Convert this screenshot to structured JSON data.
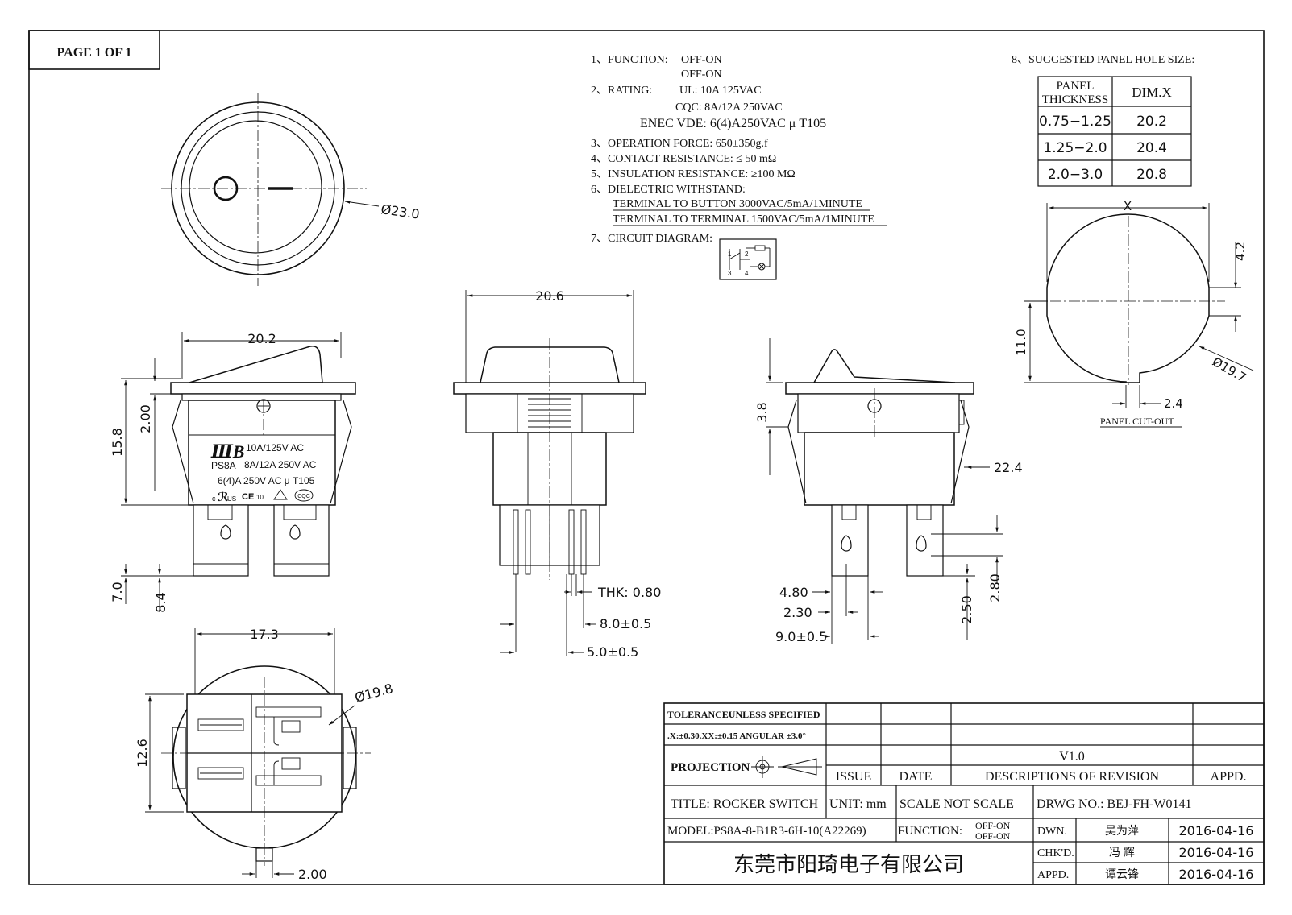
{
  "page": {
    "label": "PAGE 1 OF 1"
  },
  "specs": {
    "function_label": "1、FUNCTION:",
    "function_values": [
      "OFF-ON",
      "OFF-ON"
    ],
    "rating_label": "2、RATING:",
    "rating_ul": "UL:  10A  125VAC",
    "rating_cqc": "CQC:  8A/12A   250VAC",
    "rating_enec": "ENEC VDE:   6(4)A250VAC  μ  T105",
    "operation_force": "3、OPERATION  FORCE:  650±350g.f",
    "contact_resistance": "4、CONTACT  RESISTANCE: ≤  50  mΩ",
    "insulation_resistance": "5、INSULATION  RESISTANCE:  ≥100  MΩ",
    "dielectric_label": "6、DIELECTRIC  WITHSTAND:",
    "dielectric_line1": "TERMINAL  TO  BUTTON  3000VAC/5mA/1MINUTE",
    "dielectric_line2": "TERMINAL  TO  TERMINAL  1500VAC/5mA/1MINUTE",
    "circuit_label": "7、CIRCUIT  DIAGRAM:",
    "circuit_pins": [
      "1",
      "2",
      "3",
      "4"
    ]
  },
  "panel_hole": {
    "title": "8、SUGGESTED  PANEL  HOLE  SIZE:",
    "header_thickness_1": "PANEL",
    "header_thickness_2": "THICKNESS",
    "header_dim": "DIM.X",
    "rows": [
      {
        "thickness": "0.75−1.25",
        "dim": "20.2"
      },
      {
        "thickness": "1.25−2.0",
        "dim": "20.4"
      },
      {
        "thickness": "2.0−3.0",
        "dim": "20.8"
      }
    ],
    "cutout_x": "X",
    "cutout_h1": "4.2",
    "cutout_h2": "11.0",
    "cutout_d": "Ø19.7",
    "cutout_w": "2.4",
    "cutout_caption": "PANEL  CUT-OUT"
  },
  "top_view": {
    "diameter": "Ø23.0"
  },
  "front_view": {
    "width": "20.2",
    "height": "15.8",
    "h1": "2.00",
    "h2": "7.0",
    "h3": "8.4",
    "label_rating1": "10A/125V AC",
    "label_model": "PS8A",
    "label_rating2": "8A/12A 250V AC",
    "label_rating3": "6(4)A 250V AC μ T105",
    "cert_marks": [
      "c",
      "US",
      "CE",
      "10",
      "CQC"
    ]
  },
  "side_view": {
    "width": "20.6",
    "thk": "THK: 0.80",
    "pitch1": "8.0±0.5",
    "pitch2": "5.0±0.5"
  },
  "right_view": {
    "h": "3.8",
    "overall": "22.4",
    "w1": "4.80",
    "w2": "2.30",
    "w3": "9.0±0.5",
    "h4": "2.50",
    "h5": "2.80"
  },
  "bottom_view": {
    "width": "17.3",
    "height": "12.6",
    "diameter": "Ø19.8",
    "tab": "2.00"
  },
  "title_block": {
    "tolerance_1": "TOLERANCEUNLESS  SPECIFIED",
    "tolerance_2": ".X:±0.30.XX:±0.15 ANGULAR ±3.0°",
    "projection": "PROJECTION",
    "issue": "ISSUE",
    "date": "DATE",
    "descriptions": "DESCRIPTIONS  OF  REVISION",
    "appd_header": "APPD.",
    "version": "V1.0",
    "title": "TITLE:  ROCKER  SWITCH",
    "unit": "UNIT:  mm",
    "scale": "SCALE  NOT  SCALE",
    "drwg_no": "DRWG  NO.:    BEJ-FH-W0141",
    "model": "MODEL:PS8A-8-B1R3-6H-10(A22269)",
    "function_label": "FUNCTION:",
    "function_values": [
      "OFF-ON",
      "OFF-ON"
    ],
    "dwn": "DWN.",
    "chkd": "CHK'D.",
    "appd": "APPD.",
    "dwn_name": "吴为萍",
    "chkd_name": "冯  辉",
    "appd_name": "谭云锋",
    "dwn_date": "2016-04-16",
    "chkd_date": "2016-04-16",
    "appd_date": "2016-04-16",
    "company": "东莞市阳琦电子有限公司"
  }
}
